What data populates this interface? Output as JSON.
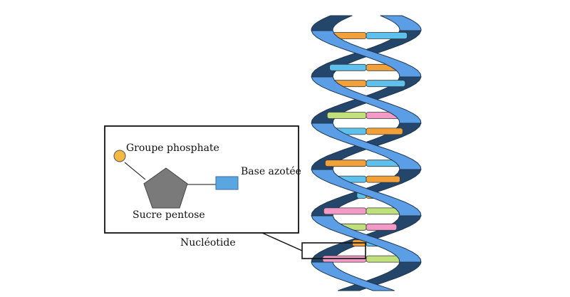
{
  "labels": {
    "phosphate": "Groupe phosphate",
    "base": "Base azotée",
    "sugar": "Sucre pentose",
    "nucleotide": "Nucléotide"
  },
  "colors": {
    "backbone_front": "#5b9ee6",
    "backbone_back": "#24466a",
    "base_orange": "#f2a13a",
    "base_blue": "#5ec0ec",
    "base_pink": "#f49ac6",
    "base_green": "#bfe07a",
    "phosphate": "#f5b942",
    "sugar": "#7a7a7a",
    "base_box": "#5aa6e0"
  },
  "base_pairs": [
    [
      "base_orange",
      "base_blue"
    ],
    [
      "base_pink",
      "base_green"
    ],
    [
      "base_blue",
      "base_orange"
    ],
    [
      "base_orange",
      "base_blue"
    ],
    [
      "base_pink",
      "base_green"
    ],
    [
      "base_green",
      "base_pink"
    ],
    [
      "base_blue",
      "base_orange"
    ],
    [
      "base_pink",
      "base_green"
    ],
    [
      "base_orange",
      "base_blue"
    ],
    [
      "base_blue",
      "base_orange"
    ],
    [
      "base_blue",
      "base_orange"
    ],
    [
      "base_pink",
      "base_green"
    ],
    [
      "base_green",
      "base_pink"
    ],
    [
      "base_orange",
      "base_blue"
    ],
    [
      "base_pink",
      "base_green"
    ]
  ]
}
